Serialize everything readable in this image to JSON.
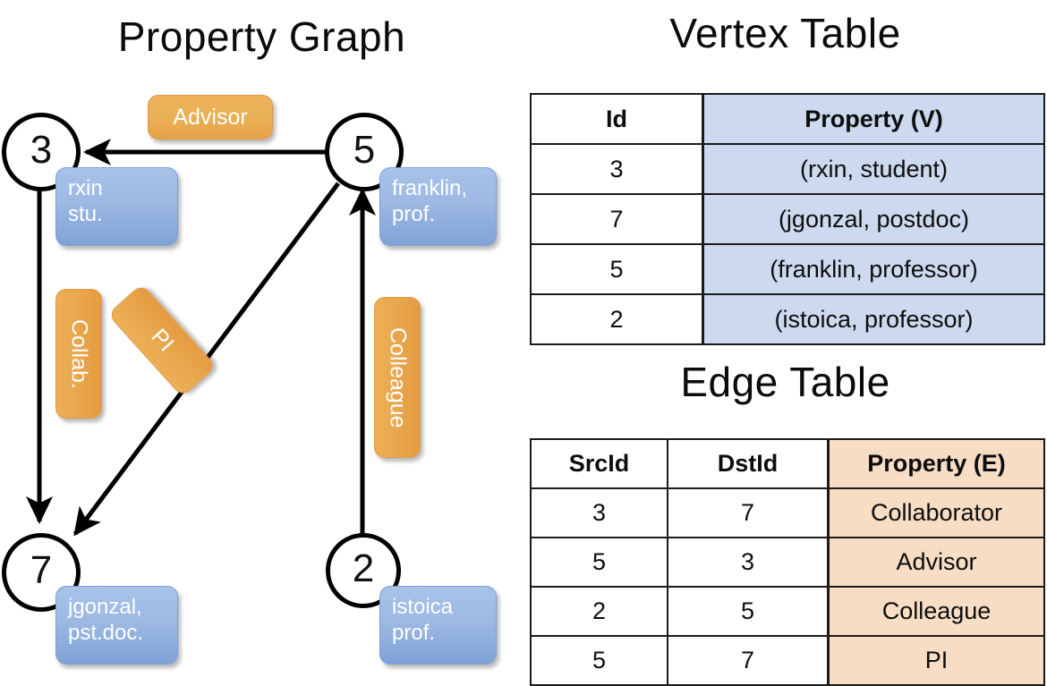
{
  "headings": {
    "property_graph": "Property Graph",
    "vertex_table": "Vertex Table",
    "edge_table": "Edge Table"
  },
  "graph": {
    "nodes": [
      {
        "id": "3",
        "label": "rxin\nstu."
      },
      {
        "id": "5",
        "label": "franklin,\nprof."
      },
      {
        "id": "7",
        "label": "jgonzal,\npst.doc."
      },
      {
        "id": "2",
        "label": "istoica\nprof."
      }
    ],
    "node_ids": {
      "n3": "3",
      "n5": "5",
      "n7": "7",
      "n2": "2"
    },
    "vertex_labels": {
      "rxin_line1": "rxin",
      "rxin_line2": "stu.",
      "franklin_line1": "franklin,",
      "franklin_line2": "prof.",
      "jgonzal_line1": "jgonzal,",
      "jgonzal_line2": "pst.doc.",
      "istoica_line1": "istoica",
      "istoica_line2": "prof."
    },
    "edge_labels": {
      "advisor": "Advisor",
      "collab": "Collab.",
      "pi": "PI",
      "colleague": "Colleague"
    },
    "edges": [
      {
        "from": "5",
        "to": "3",
        "label": "Advisor"
      },
      {
        "from": "3",
        "to": "7",
        "label": "Collab."
      },
      {
        "from": "5",
        "to": "7",
        "label": "PI"
      },
      {
        "from": "2",
        "to": "5",
        "label": "Colleague"
      }
    ]
  },
  "vertex_table": {
    "columns": [
      "Id",
      "Property (V)"
    ],
    "rows": [
      {
        "id": "3",
        "property": "(rxin, student)"
      },
      {
        "id": "7",
        "property": "(jgonzal, postdoc)"
      },
      {
        "id": "5",
        "property": "(franklin, professor)"
      },
      {
        "id": "2",
        "property": "(istoica, professor)"
      }
    ]
  },
  "edge_table": {
    "columns": [
      "SrcId",
      "DstId",
      "Property (E)"
    ],
    "rows": [
      {
        "src": "3",
        "dst": "7",
        "property": "Collaborator"
      },
      {
        "src": "5",
        "dst": "3",
        "property": "Advisor"
      },
      {
        "src": "2",
        "dst": "5",
        "property": "Colleague"
      },
      {
        "src": "5",
        "dst": "7",
        "property": "PI"
      }
    ]
  },
  "colors": {
    "vertex_box": "#9db9e4",
    "edge_box": "#eaac52",
    "vertex_table_property_bg": "#ccd9ee",
    "edge_table_property_bg": "#f6ddc4",
    "stroke": "#000000"
  }
}
